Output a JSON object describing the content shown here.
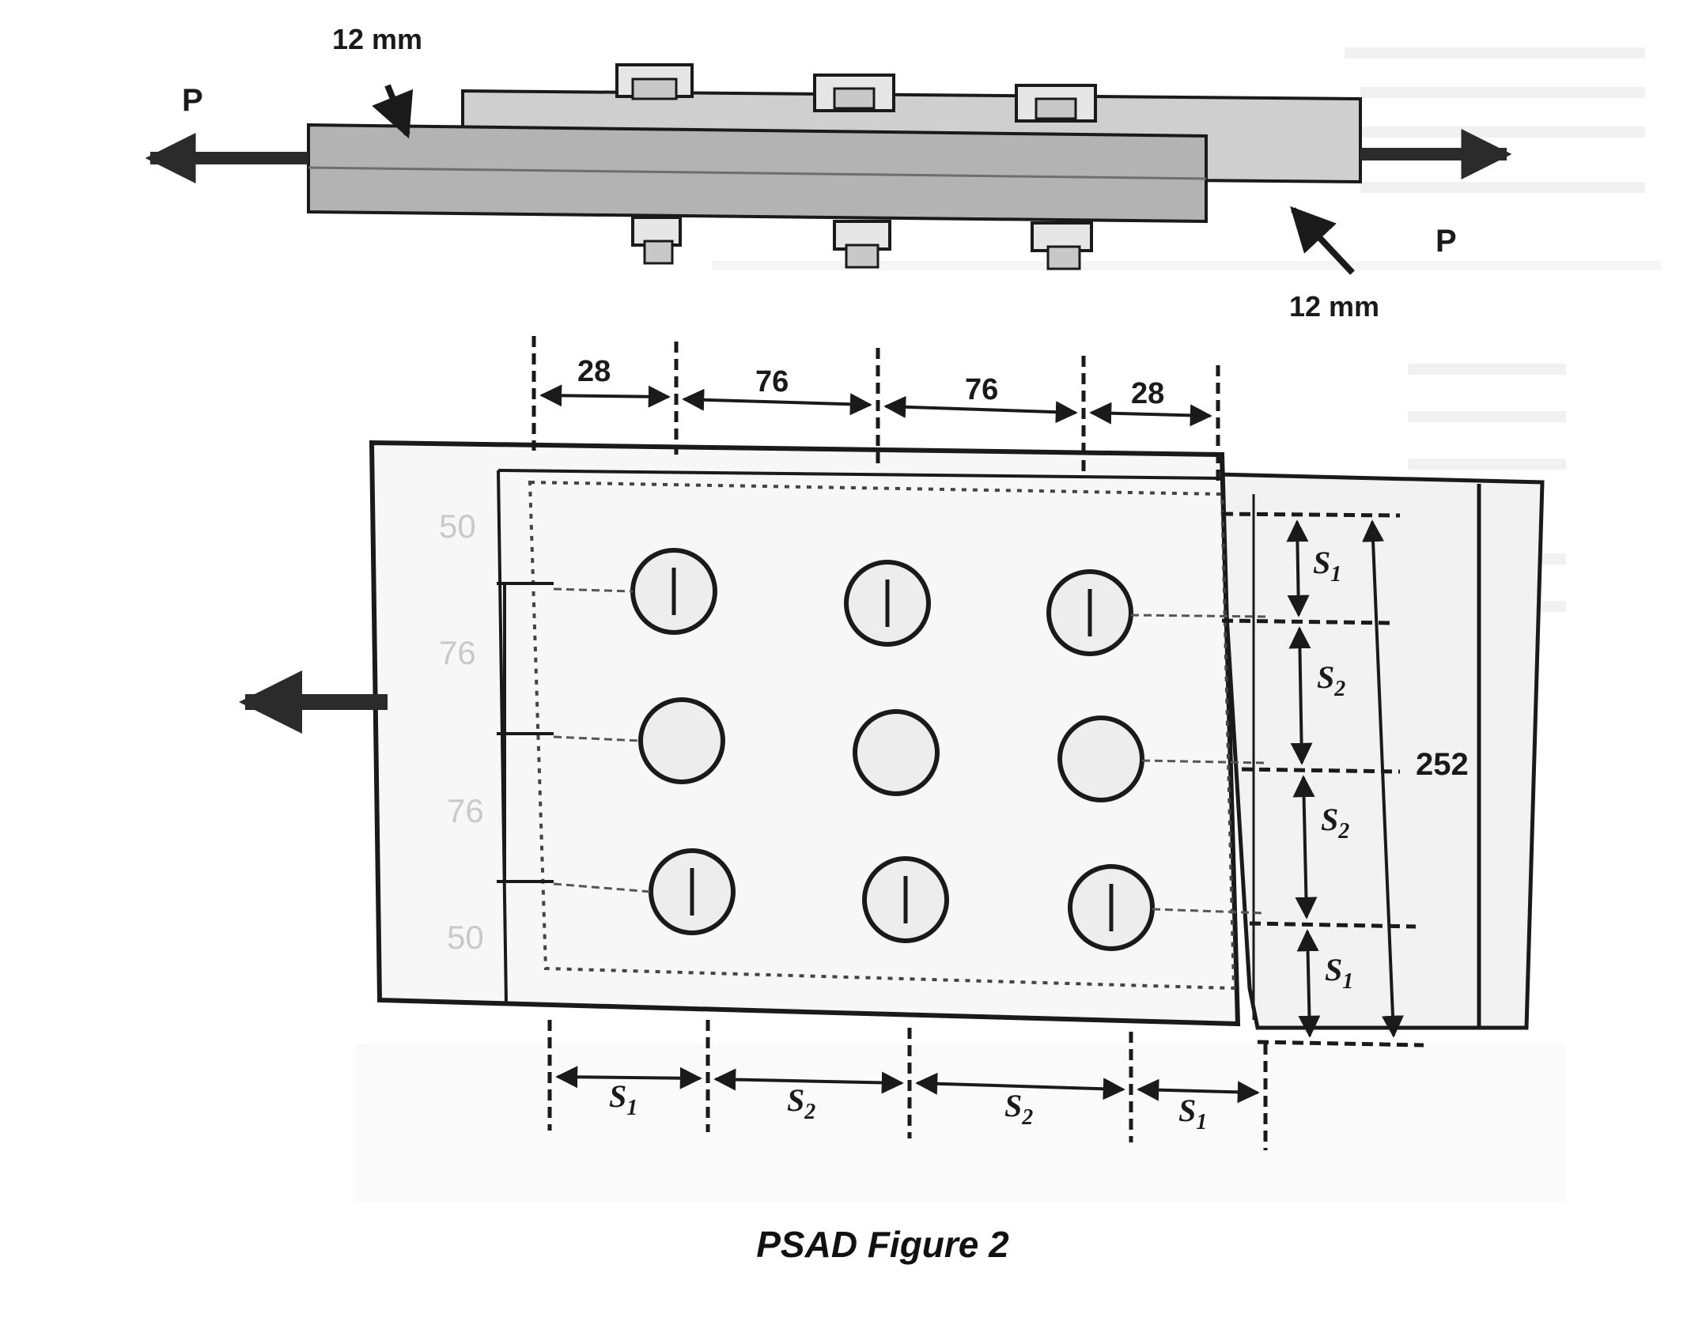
{
  "side_view": {
    "load_left": "P",
    "load_right": "P",
    "plate_thickness_top": "12 mm",
    "plate_thickness_bottom": "12 mm"
  },
  "plan_view": {
    "top_dims": [
      "28",
      "76",
      "76",
      "28"
    ],
    "left_dims": [
      "50",
      "76",
      "76",
      "50"
    ],
    "right_total": "252",
    "right_spacings": [
      {
        "base": "S",
        "sub": "1"
      },
      {
        "base": "S",
        "sub": "2"
      },
      {
        "base": "S",
        "sub": "2"
      },
      {
        "base": "S",
        "sub": "1"
      }
    ],
    "bottom_spacings": [
      {
        "base": "S",
        "sub": "1"
      },
      {
        "base": "S",
        "sub": "2"
      },
      {
        "base": "S",
        "sub": "2"
      },
      {
        "base": "S",
        "sub": "1"
      }
    ]
  },
  "caption": "PSAD Figure 2",
  "colors": {
    "ink": "#1a1a1a",
    "plate_fill": "#bdbdbd",
    "plate_dark": "#8c8c8c",
    "background": "#ffffff"
  }
}
